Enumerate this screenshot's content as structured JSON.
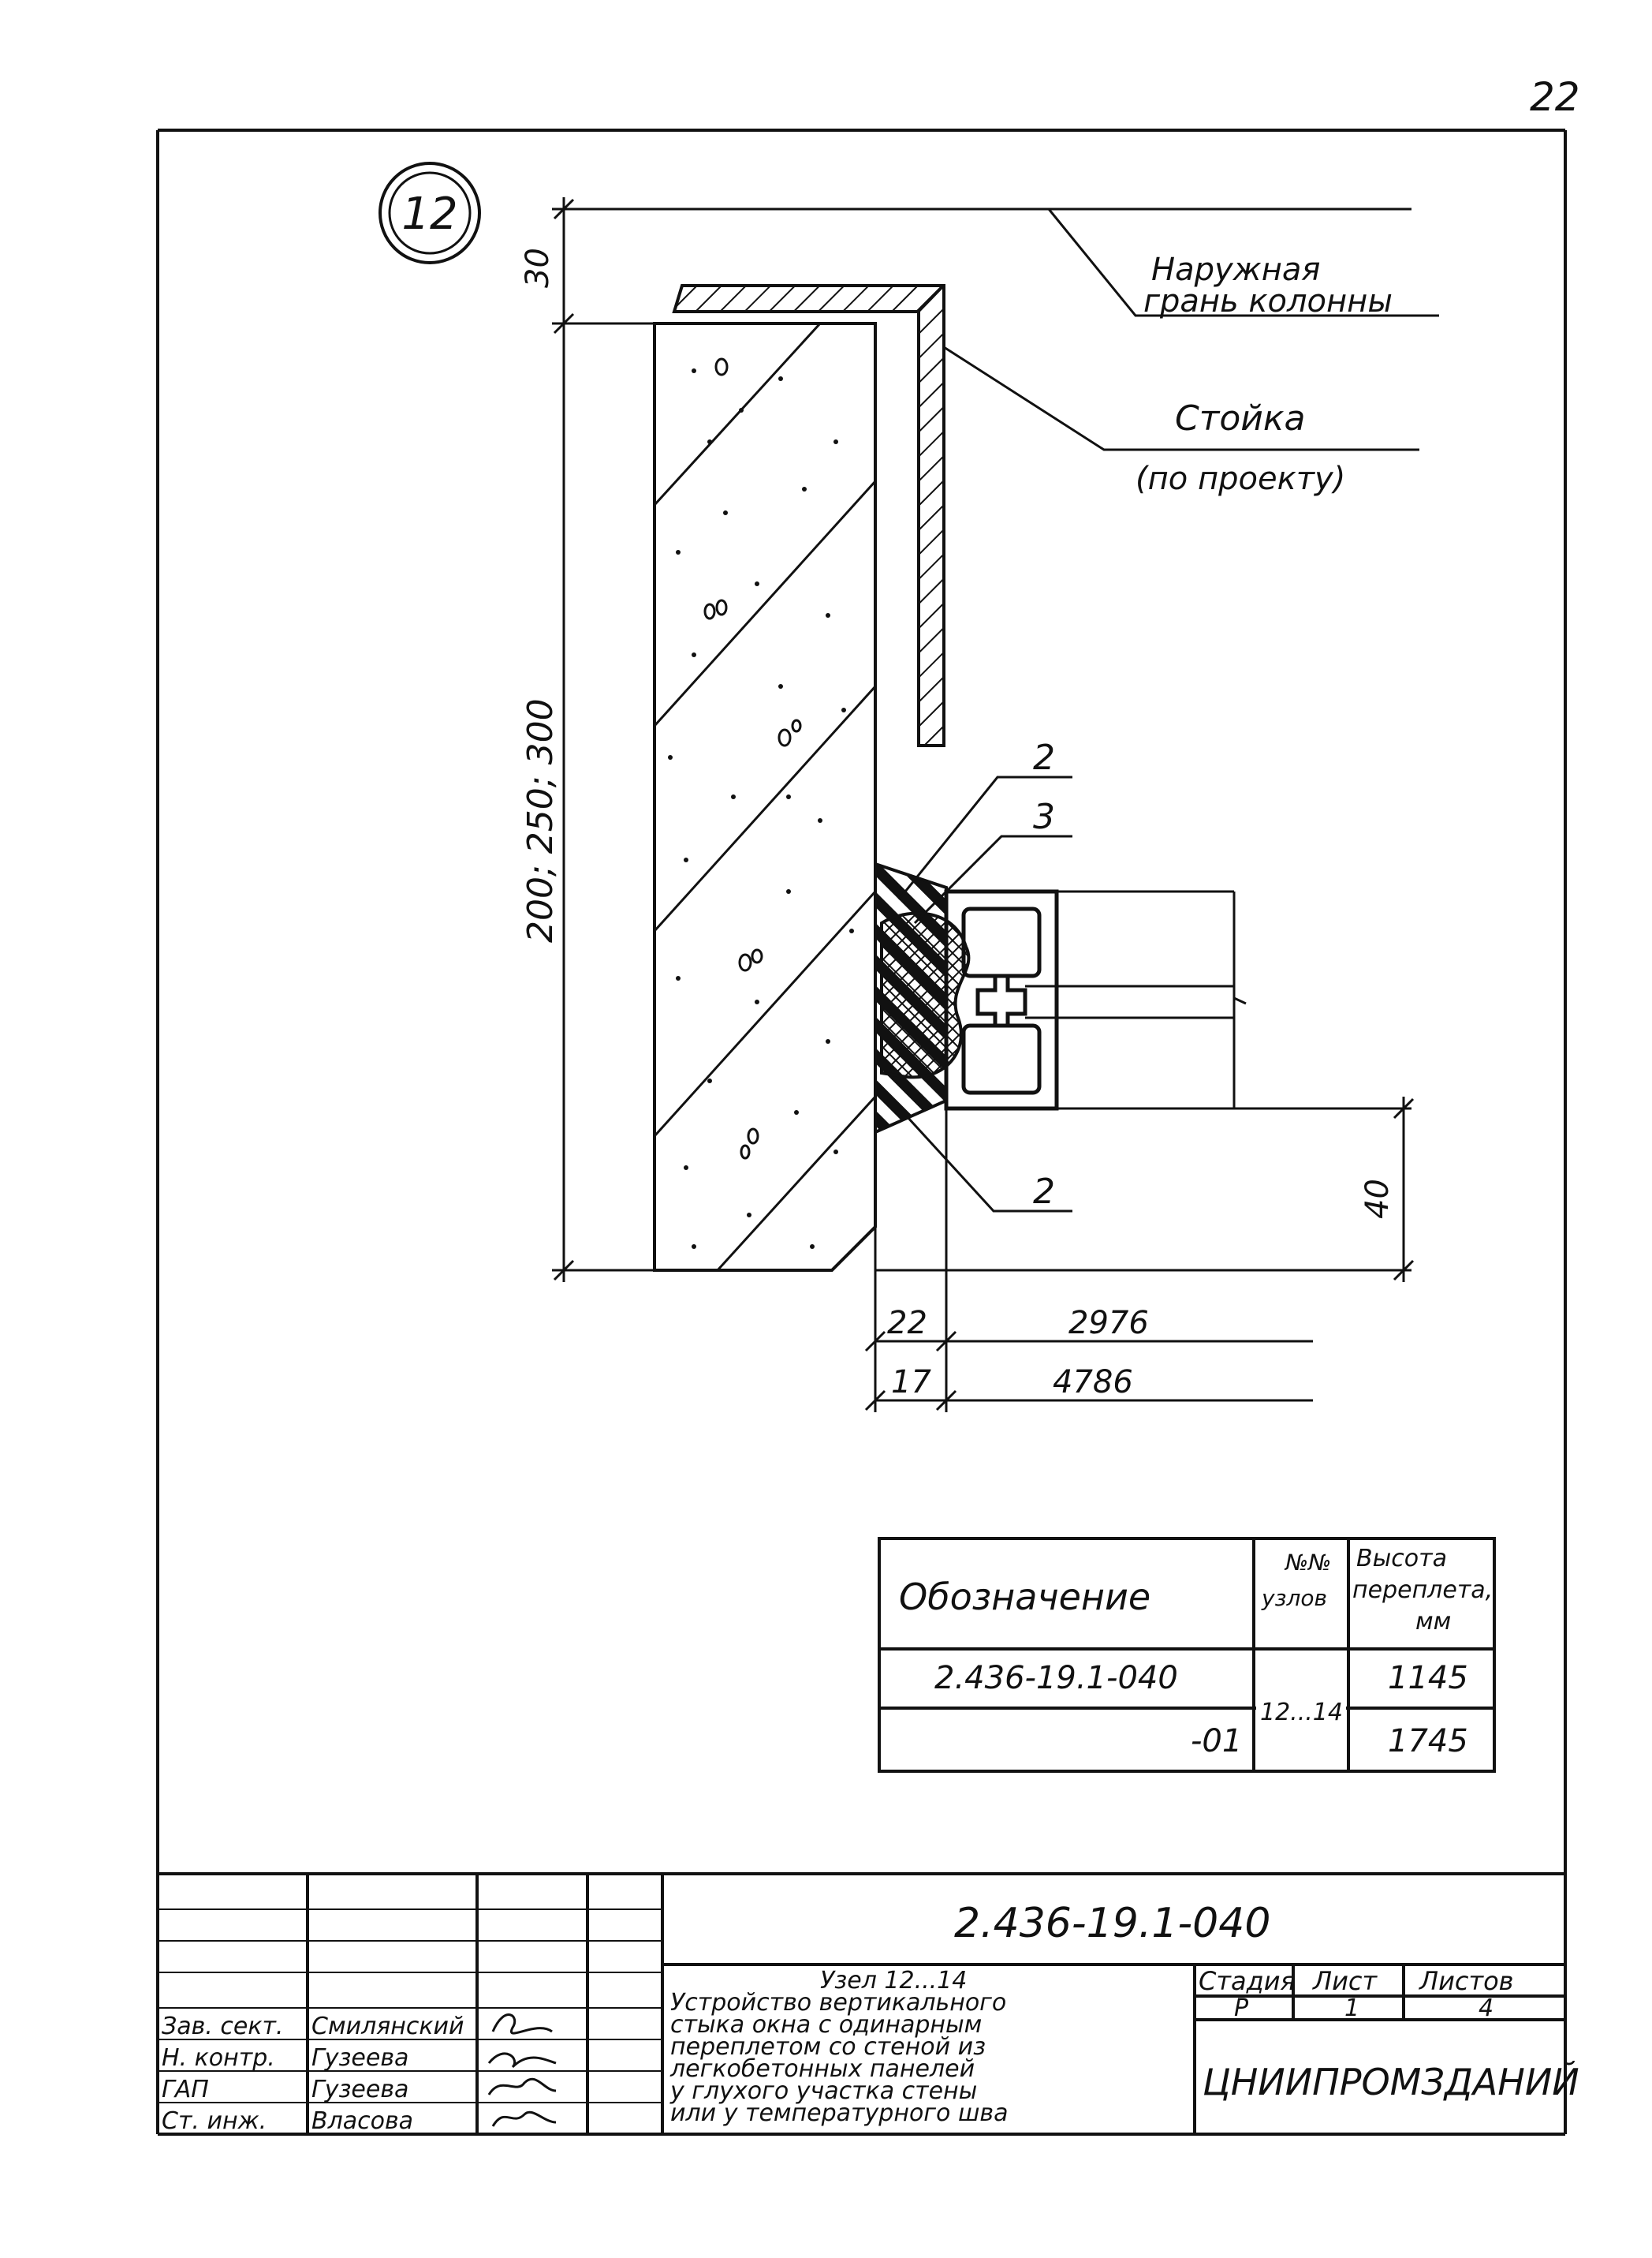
{
  "page_number": "22",
  "node_number": "12",
  "callouts": {
    "outer_face_line1": "Наружная",
    "outer_face_line2": "грань колонны",
    "post_line1": "Стойка",
    "post_line2": "(по проекту)",
    "item_2_top": "2",
    "item_3": "3",
    "item_2_bottom": "2"
  },
  "dimensions": {
    "top_30": "30",
    "wall_thickness": "200; 250; 300",
    "bottom_40": "40",
    "gap_22": "22",
    "gap_17": "17",
    "ref_2976": "2976",
    "ref_4786": "4786"
  },
  "spec_table": {
    "header_designation": "Обозначение",
    "header_nodes_line1": "№№",
    "header_nodes_line2": "узлов",
    "header_height_line1": "Высота",
    "header_height_line2": "переплета,",
    "header_height_line3": "мм",
    "rows": [
      {
        "designation": "2.436-19.1-040",
        "height": "1145"
      },
      {
        "designation": "-01",
        "height": "1745"
      }
    ],
    "nodes_value": "12...14"
  },
  "title_block": {
    "doc_code": "2.436-19.1-040",
    "roles": [
      "Зав. сект.",
      "Н. контр.",
      "ГАП",
      "Ст. инж."
    ],
    "names": [
      "Смилянский",
      "Гузеева",
      "Гузеева",
      "Власова"
    ],
    "title_lines": [
      "Узел 12...14",
      "Устройство вертикального",
      "стыка окна с одинарным",
      "переплетом со стеной из",
      "легкобетонных панелей",
      "у глухого участка стены",
      "или у температурного шва"
    ],
    "stage_label": "Стадия",
    "sheet_label": "Лист",
    "sheets_label": "Листов",
    "stage_value": "Р",
    "sheet_value": "1",
    "sheets_value": "4",
    "organization": "ЦНИИПРОМЗДАНИЙ"
  }
}
